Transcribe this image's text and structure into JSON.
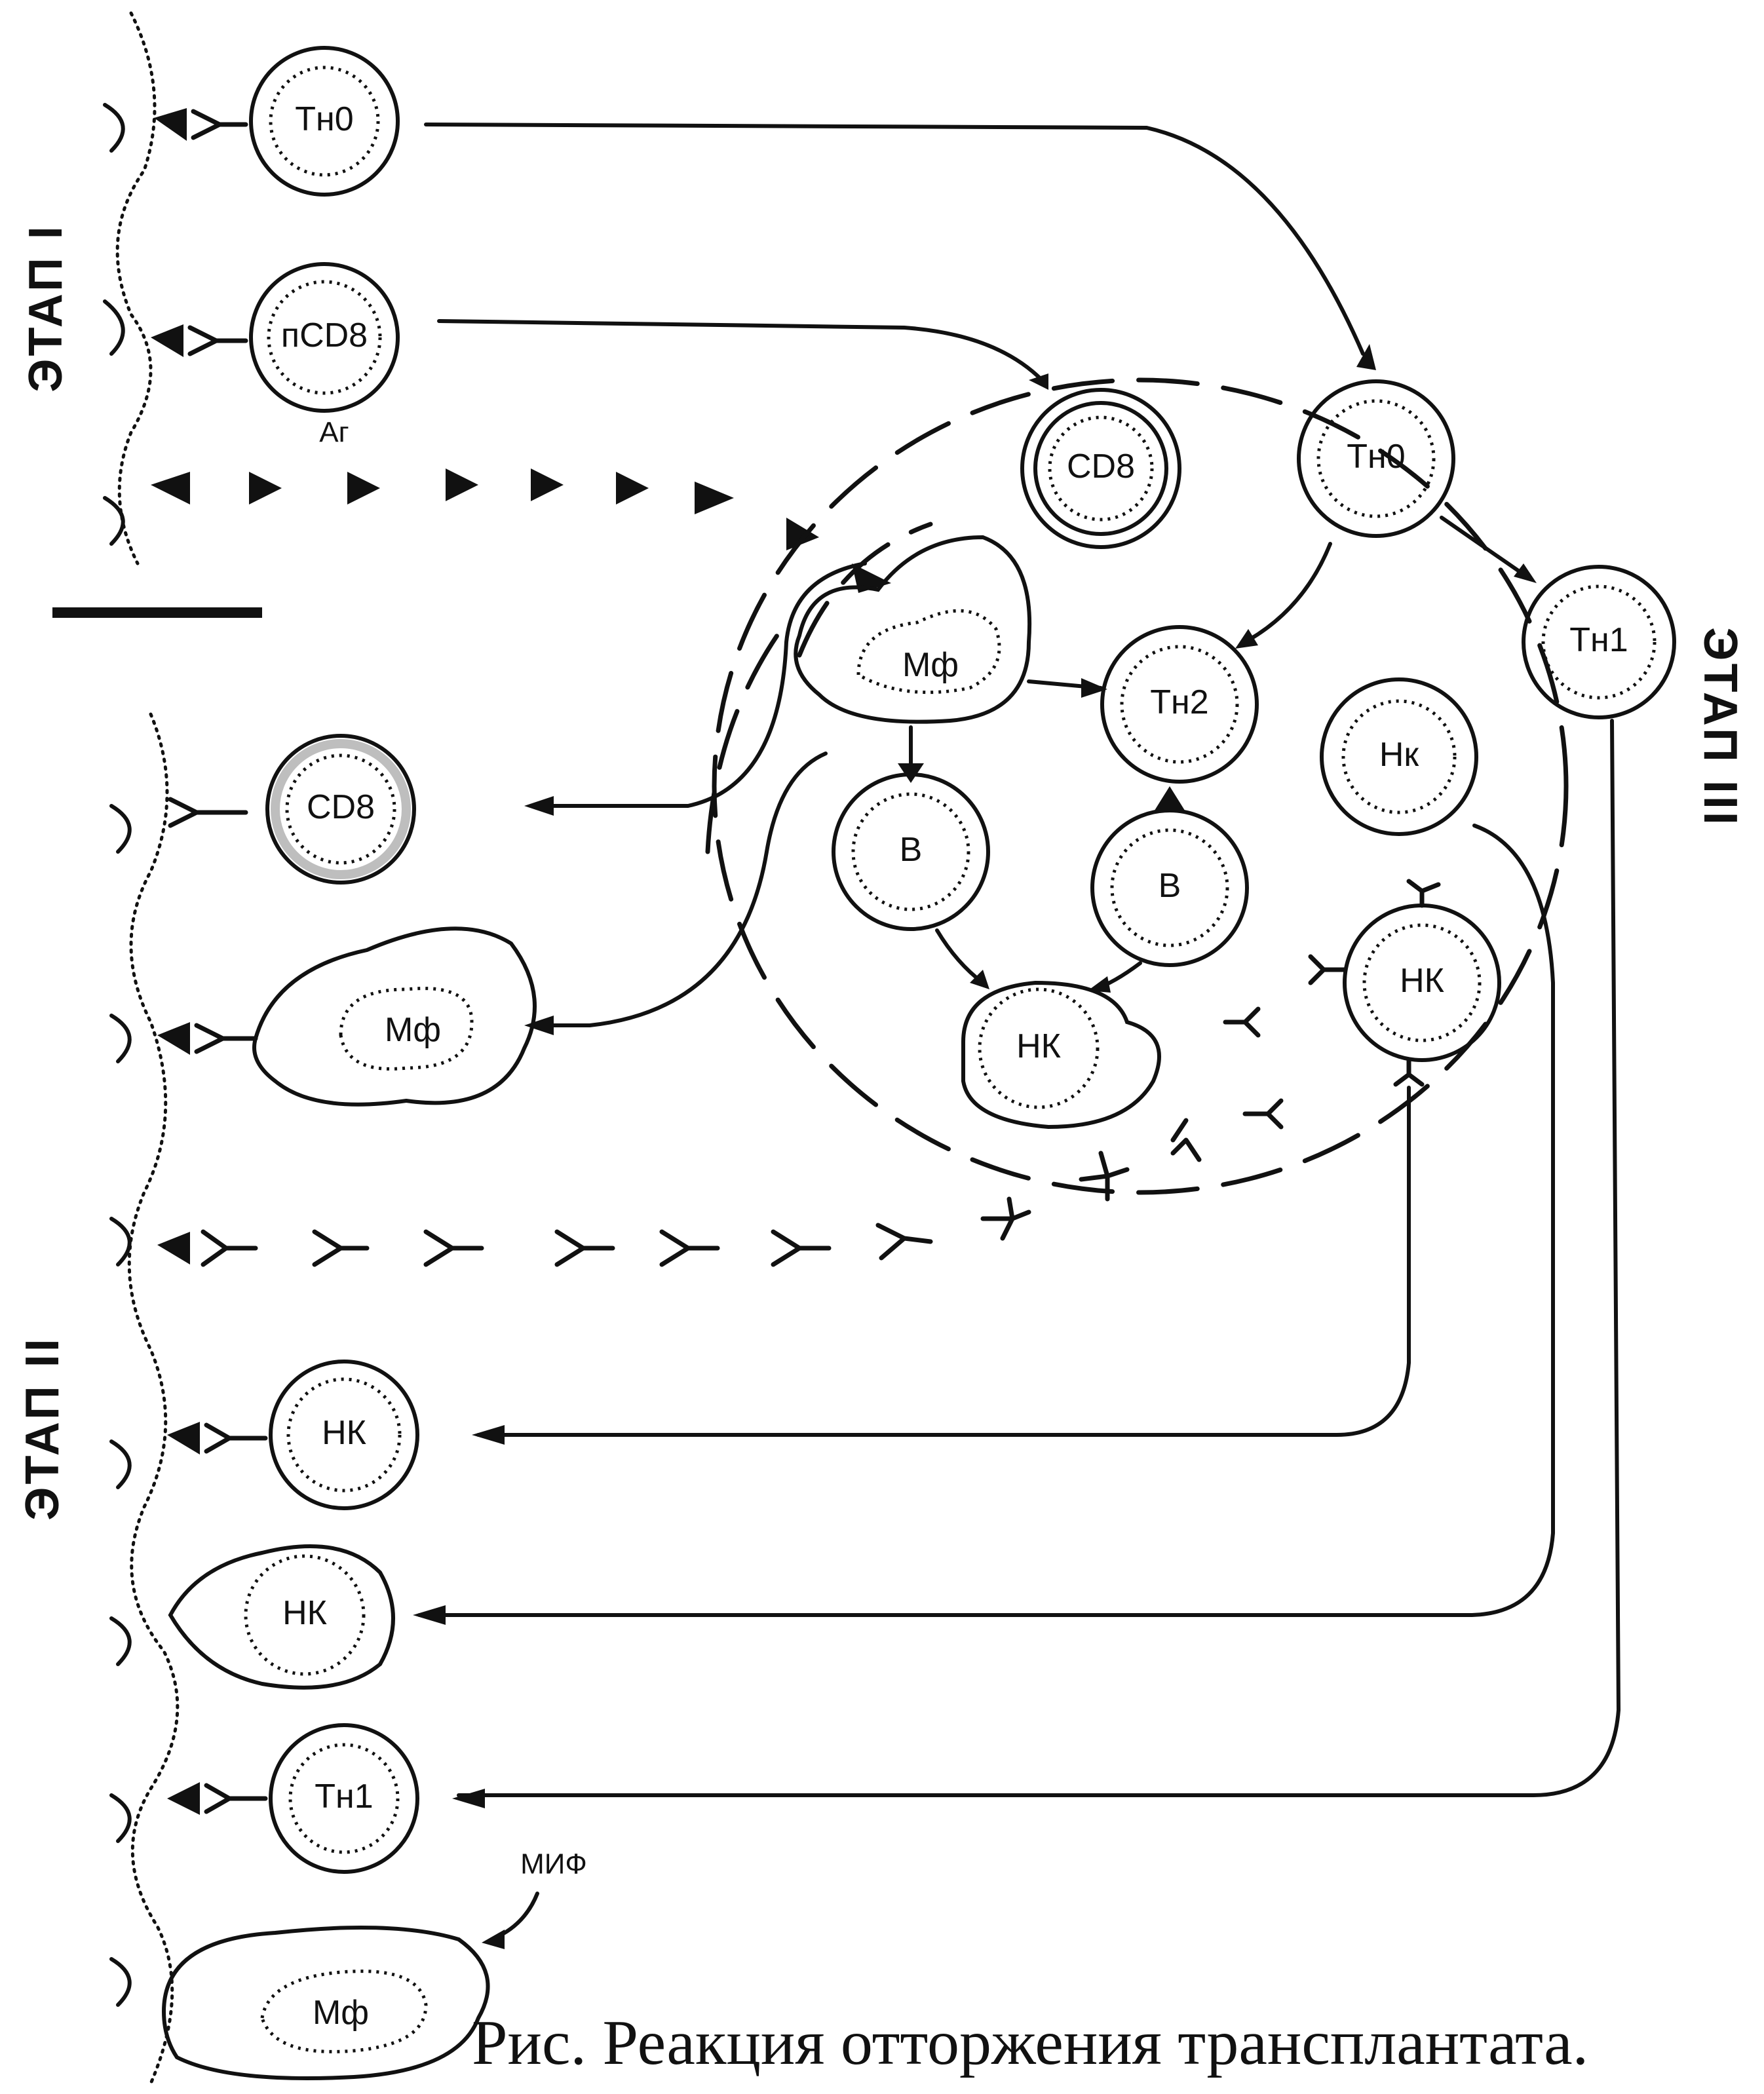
{
  "stages": {
    "stage1": "ЭТАП I",
    "stage2": "ЭТАП II",
    "stage3": "ЭТАП III"
  },
  "left_cells": {
    "th0": "Tн0",
    "pcd8": "пCD8",
    "ag": "Аг",
    "cd8": "CD8",
    "mf": "Мф",
    "nk1": "НК",
    "nk2": "НК",
    "th1": "Tн1",
    "mif": "МИФ",
    "mf2": "Мф"
  },
  "center_cells": {
    "cd8": "CD8",
    "th0": "Tн0",
    "mf": "Мф",
    "th2": "Tн2",
    "th1": "Tн1",
    "b1": "B",
    "b2": "B",
    "nk_small": "Нк",
    "nk_right": "НК",
    "nk_center": "НК"
  },
  "caption": "Рис. Реакция отторжения трансплантата."
}
